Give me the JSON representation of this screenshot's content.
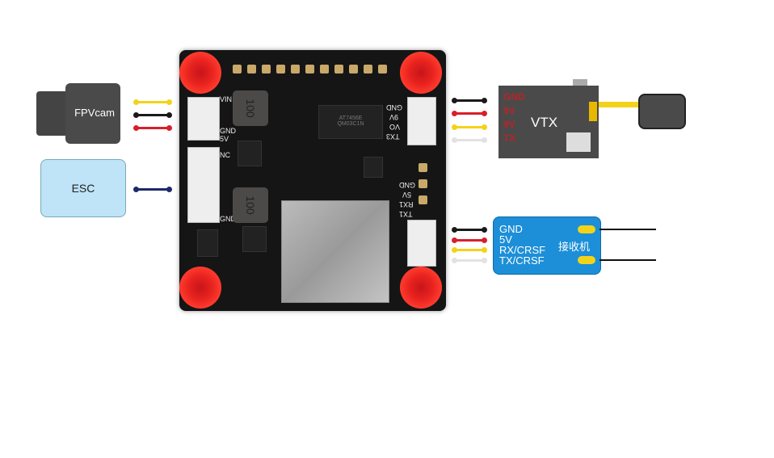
{
  "fpvcam": {
    "label": "FPVcam"
  },
  "esc": {
    "label": "ESC"
  },
  "vtx": {
    "label": "VTX",
    "pins": [
      "GND",
      "9V",
      "9V",
      "TX"
    ]
  },
  "receiver": {
    "label": "接收机",
    "pins": [
      "GND",
      "5V",
      "RX/CRSF",
      "TX/CRSF"
    ]
  },
  "board": {
    "left_pins_top": [
      "VIN",
      "GND",
      "5V"
    ],
    "left_pins_bottom": [
      "NC",
      "GND"
    ],
    "right_pins_top": [
      "GND",
      "9V",
      "VO",
      "TX3"
    ],
    "right_pins_bottom": [
      "GND",
      "5V",
      "RX1",
      "TX1"
    ],
    "osd_chip": [
      "AT7456E",
      "QM03C1N"
    ],
    "inductor_label": "100"
  },
  "colors": {
    "black": "#1a1a1a",
    "red": "#d8202a",
    "yellow": "#f3d31a",
    "white": "#e2e2e2",
    "navy": "#1c2a6b",
    "receiver_blue": "#1c8fd8",
    "vtx_gray": "#4a4a4a"
  }
}
